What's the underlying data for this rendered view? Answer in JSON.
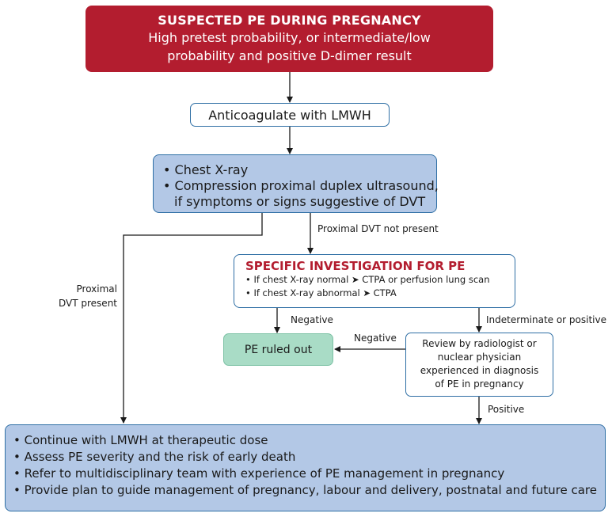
{
  "start": {
    "title": "SUSPECTED PE DURING PREGNANCY",
    "line1": "High pretest probability, or intermediate/low",
    "line2": "probability and positive D-dimer result"
  },
  "anticoagulate": "Anticoagulate with LMWH",
  "initial": {
    "item1": "• Chest X-ray",
    "item2_line1": "• Compression proximal duplex ultrasound,",
    "item2_line2": "if symptoms or signs suggestive of DVT"
  },
  "labels": {
    "proximal_dvt_not_present": "Proximal DVT not present",
    "proximal_dvt_present_line1": "Proximal",
    "proximal_dvt_present_line2": "DVT present",
    "negative_left": "Negative",
    "negative_right": "Negative",
    "indeterminate_or_positive": "Indeterminate or positive",
    "positive": "Positive"
  },
  "specific": {
    "title": "SPECIFIC INVESTIGATION FOR PE",
    "item1": "• If chest X-ray normal ➤ CTPA or perfusion lung scan",
    "item2": "• If chest X-ray abnormal ➤ CTPA"
  },
  "ruled_out": "PE ruled out",
  "review": {
    "line1": "Review by radiologist or",
    "line2": "nuclear physician",
    "line3": "experienced in diagnosis",
    "line4": "of PE in pregnancy"
  },
  "final": {
    "item1": "• Continue with LMWH at therapeutic dose",
    "item2": "• Assess PE severity and the risk of early death",
    "item3": "• Refer to multidisciplinary team with experience of PE management in pregnancy",
    "item4": "• Provide plan to guide management of pregnancy, labour and delivery, postnatal and future care"
  },
  "colors": {
    "start_fill": "#b31d2f",
    "box_fill": "#b3c8e6",
    "border": "#2f6fa5",
    "ruled_out_fill": "#a9dcc6",
    "accent_text": "#b31d2f"
  }
}
